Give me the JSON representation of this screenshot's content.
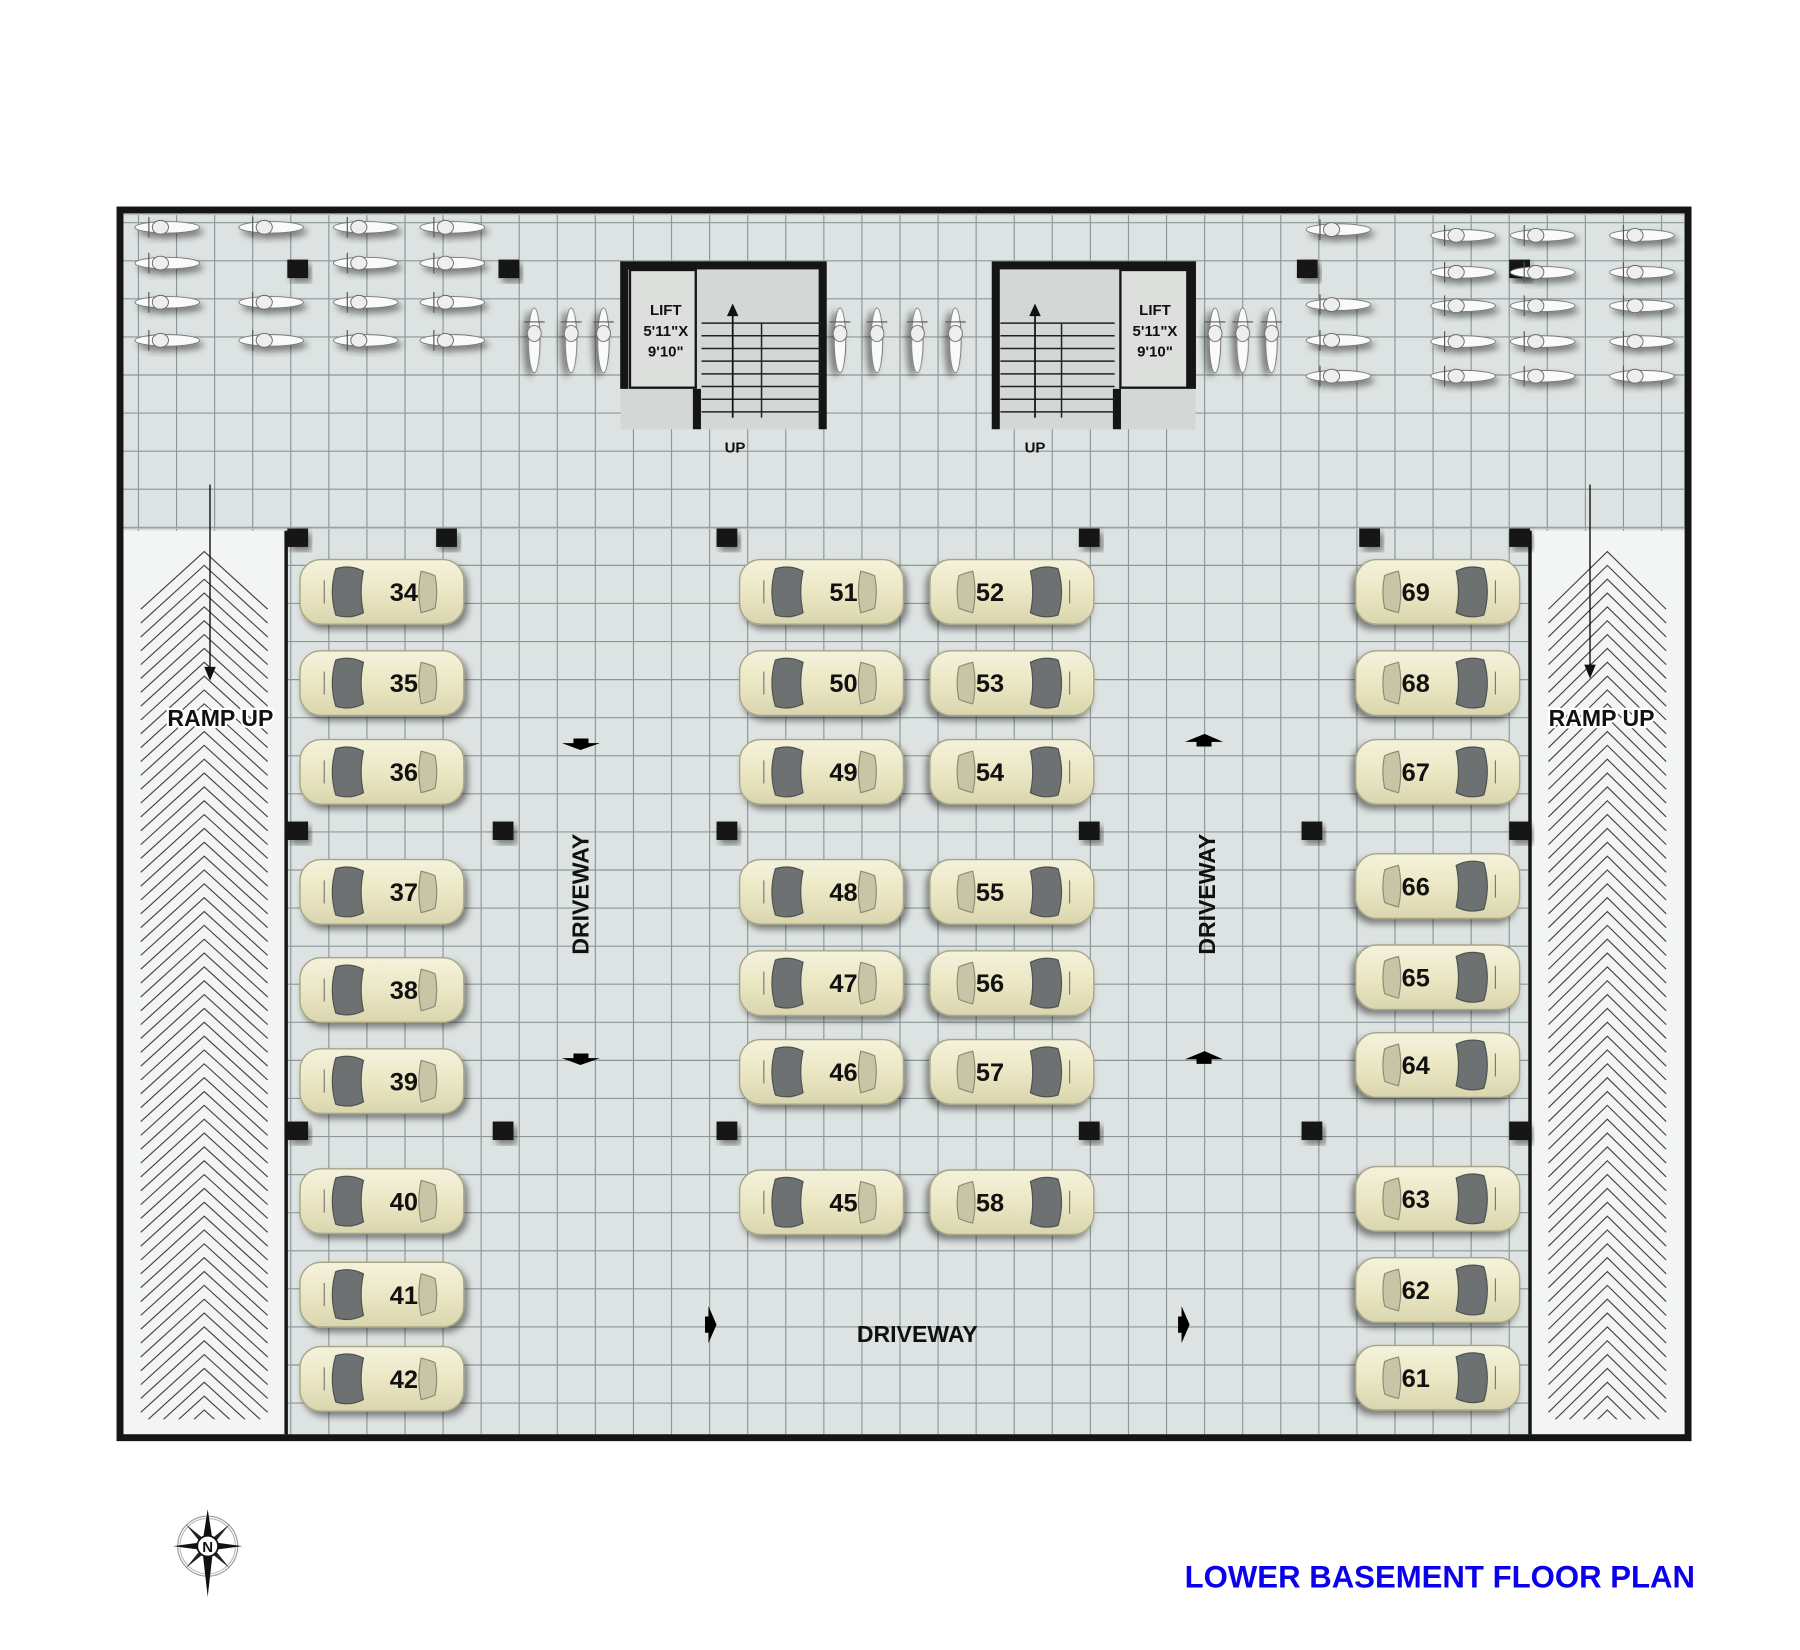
{
  "title": "LOWER BASEMENT FLOOR PLAN",
  "labels": {
    "driveway_left": "DRIVEWAY",
    "driveway_right": "DRIVEWAY",
    "driveway_bottom": "DRIVEWAY",
    "ramp_left": "RAMP UP",
    "ramp_right": "RAMP UP",
    "stair_left_up": "UP",
    "stair_right_up": "UP"
  },
  "lifts": [
    {
      "name": "LIFT",
      "width": "5'11\"X",
      "depth": "9'10\""
    },
    {
      "name": "LIFT",
      "width": "5'11\"X",
      "depth": "9'10\""
    }
  ],
  "compass": {
    "label": "N"
  },
  "parking": {
    "columns": [
      {
        "name": "west",
        "facing": "left",
        "numbers": [
          "34",
          "35",
          "36",
          "37",
          "38",
          "39",
          "40",
          "41",
          "42"
        ]
      },
      {
        "name": "center-left",
        "facing": "left",
        "numbers": [
          "51",
          "50",
          "49",
          "48",
          "47",
          "46",
          "45"
        ]
      },
      {
        "name": "center-right",
        "facing": "right",
        "numbers": [
          "52",
          "53",
          "54",
          "55",
          "56",
          "57",
          "58"
        ]
      },
      {
        "name": "east",
        "facing": "right",
        "numbers": [
          "69",
          "68",
          "67",
          "66",
          "65",
          "64",
          "63",
          "62",
          "61"
        ]
      }
    ]
  },
  "colors": {
    "title": "#0a00ee",
    "floor": "#dde3e2",
    "grid": "#8a9897",
    "car": "#ece9c8",
    "wall": "#151515"
  }
}
